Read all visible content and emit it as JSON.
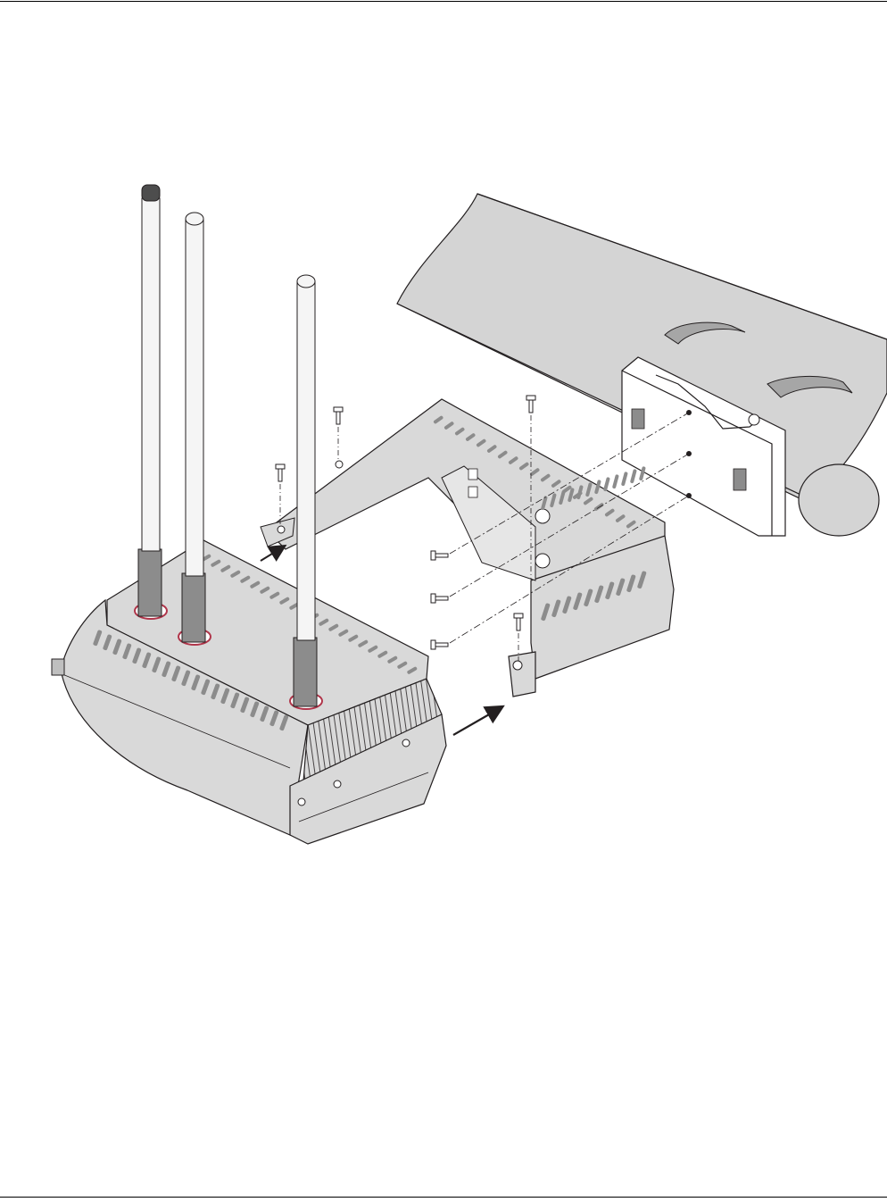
{
  "page": {
    "background": "#ffffff",
    "rule_color": "#000000"
  },
  "figure": {
    "colors": {
      "outline": "#231f20",
      "body_gray": "#d9d9d9",
      "body_dark": "#bfbfbf",
      "slot_gray": "#8c8c8c",
      "pipe_gray": "#d4d4d4",
      "strap_gray": "#a6a6a6",
      "antenna_white": "#f5f5f5",
      "cap_dark": "#4d4d4d",
      "gasket_red": "#b0354a"
    },
    "antennas": [
      {
        "name": "antenna-1",
        "cap": "dark"
      },
      {
        "name": "antenna-2",
        "cap": "light"
      },
      {
        "name": "antenna-3",
        "cap": "light"
      }
    ],
    "screws": [
      "top-screw-1",
      "top-screw-2",
      "top-screw-3",
      "side-screw-1",
      "side-screw-2",
      "side-screw-3",
      "bottom-screw"
    ],
    "arrows": [
      "arrow-upper-left",
      "arrow-lower"
    ]
  }
}
